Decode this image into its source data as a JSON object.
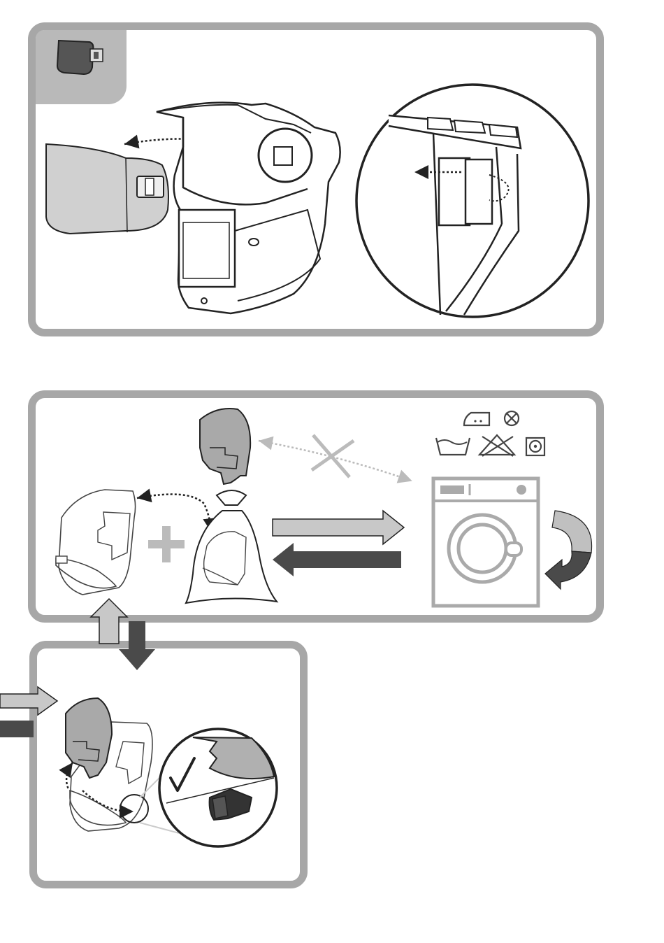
{
  "figure": {
    "panels": [
      {
        "id": "remove-visor-panel",
        "steps": [
          "pull-visor-off",
          "unhook-clip"
        ]
      },
      {
        "id": "washing-panel",
        "steps": [
          "remove-liner",
          "place-in-laundry-bag",
          "machine-wash",
          "return"
        ],
        "forbidden": "wash-visor-in-machine"
      },
      {
        "id": "reattach-panel",
        "steps": [
          "refit-visor",
          "hook-clip"
        ],
        "check": "correct"
      }
    ],
    "care_symbols": [
      "iron-low-heat-icon",
      "do-not-dry-clean-icon",
      "wash-tub-icon",
      "do-not-bleach-icon",
      "tumble-dry-icon"
    ],
    "colors": {
      "frame": "#a7a7a7",
      "dark": "#4a4a4a",
      "light": "#c8c8c8",
      "line": "#222222"
    }
  }
}
